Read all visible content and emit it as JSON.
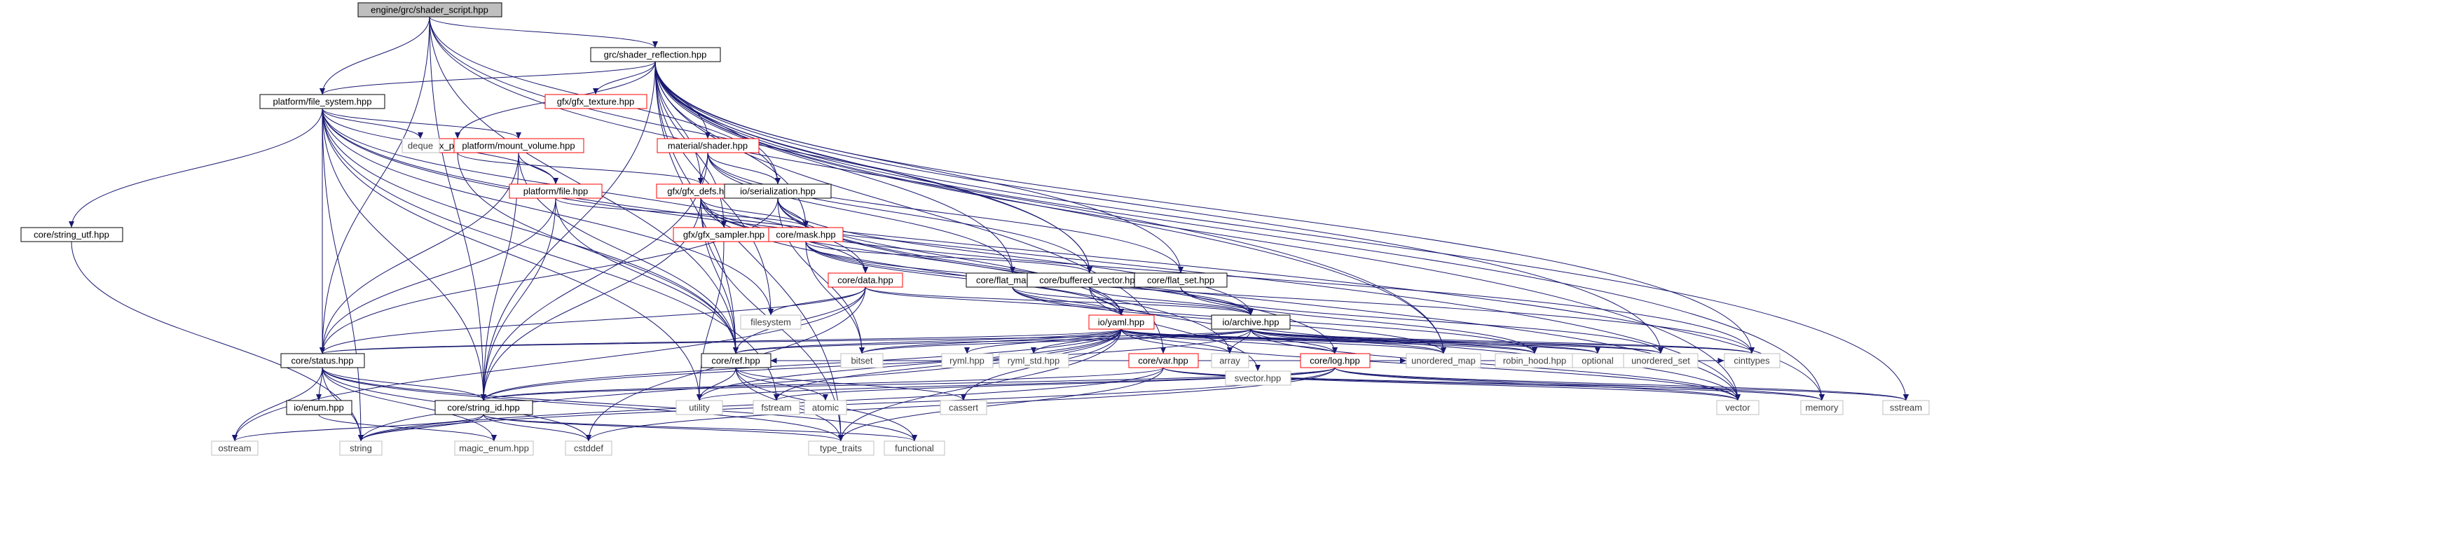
{
  "diagram": {
    "colors": {
      "edge": "#191970",
      "root_fill": "#bfbfbf",
      "linked_border": "#000000",
      "incomplete_border": "#ff0000",
      "external_border": "#bfbfbf",
      "external_text": "#404040"
    },
    "nodes": [
      {
        "id": "root",
        "label": "engine/grc/shader_script.hpp",
        "kind": "root"
      },
      {
        "id": "shader_reflection",
        "label": "grc/shader_reflection.hpp",
        "kind": "linked"
      },
      {
        "id": "file_system",
        "label": "platform/file_system.hpp",
        "kind": "linked"
      },
      {
        "id": "gfx_texture",
        "label": "gfx/gfx_texture.hpp",
        "kind": "incomplete"
      },
      {
        "id": "gfx_pipeline",
        "label": "gfx/gfx_pipeline.hpp",
        "kind": "incomplete"
      },
      {
        "id": "material_shader",
        "label": "material/shader.hpp",
        "kind": "incomplete"
      },
      {
        "id": "deque",
        "label": "deque",
        "kind": "external"
      },
      {
        "id": "mount_volume",
        "label": "platform/mount_volume.hpp",
        "kind": "incomplete"
      },
      {
        "id": "platform_file",
        "label": "platform/file.hpp",
        "kind": "incomplete"
      },
      {
        "id": "gfx_defs",
        "label": "gfx/gfx_defs.hpp",
        "kind": "incomplete"
      },
      {
        "id": "io_serialization",
        "label": "io/serialization.hpp",
        "kind": "linked"
      },
      {
        "id": "string_utf",
        "label": "core/string_utf.hpp",
        "kind": "linked"
      },
      {
        "id": "gfx_sampler",
        "label": "gfx/gfx_sampler.hpp",
        "kind": "incomplete"
      },
      {
        "id": "core_mask",
        "label": "core/mask.hpp",
        "kind": "incomplete"
      },
      {
        "id": "core_data",
        "label": "core/data.hpp",
        "kind": "incomplete"
      },
      {
        "id": "flat_map",
        "label": "core/flat_map.hpp",
        "kind": "linked"
      },
      {
        "id": "buffered_vector",
        "label": "core/buffered_vector.hpp",
        "kind": "linked"
      },
      {
        "id": "flat_set",
        "label": "core/flat_set.hpp",
        "kind": "linked"
      },
      {
        "id": "core_var",
        "label": "core/var.hpp",
        "kind": "incomplete"
      },
      {
        "id": "filesystem",
        "label": "filesystem",
        "kind": "external"
      },
      {
        "id": "io_yaml",
        "label": "io/yaml.hpp",
        "kind": "incomplete"
      },
      {
        "id": "io_archive",
        "label": "io/archive.hpp",
        "kind": "linked"
      },
      {
        "id": "svector",
        "label": "svector.hpp",
        "kind": "external"
      },
      {
        "id": "core_status",
        "label": "core/status.hpp",
        "kind": "linked"
      },
      {
        "id": "core_ref",
        "label": "core/ref.hpp",
        "kind": "linked"
      },
      {
        "id": "bitset",
        "label": "bitset",
        "kind": "external"
      },
      {
        "id": "ryml",
        "label": "ryml.hpp",
        "kind": "external"
      },
      {
        "id": "ryml_std",
        "label": "ryml_std.hpp",
        "kind": "external"
      },
      {
        "id": "array",
        "label": "array",
        "kind": "external"
      },
      {
        "id": "core_log",
        "label": "core/log.hpp",
        "kind": "incomplete"
      },
      {
        "id": "unordered_map",
        "label": "unordered_map",
        "kind": "external"
      },
      {
        "id": "robin_hood",
        "label": "robin_hood.hpp",
        "kind": "external"
      },
      {
        "id": "optional",
        "label": "optional",
        "kind": "external"
      },
      {
        "id": "unordered_set",
        "label": "unordered_set",
        "kind": "external"
      },
      {
        "id": "cinttypes",
        "label": "cinttypes",
        "kind": "external"
      },
      {
        "id": "io_enum",
        "label": "io/enum.hpp",
        "kind": "linked"
      },
      {
        "id": "string_id",
        "label": "core/string_id.hpp",
        "kind": "linked"
      },
      {
        "id": "utility",
        "label": "utility",
        "kind": "external"
      },
      {
        "id": "fstream",
        "label": "fstream",
        "kind": "external"
      },
      {
        "id": "atomic",
        "label": "atomic",
        "kind": "external"
      },
      {
        "id": "cassert",
        "label": "cassert",
        "kind": "external"
      },
      {
        "id": "vector",
        "label": "vector",
        "kind": "external"
      },
      {
        "id": "memory",
        "label": "memory",
        "kind": "external"
      },
      {
        "id": "sstream",
        "label": "sstream",
        "kind": "external"
      },
      {
        "id": "ostream",
        "label": "ostream",
        "kind": "external"
      },
      {
        "id": "string",
        "label": "string",
        "kind": "external"
      },
      {
        "id": "magic_enum",
        "label": "magic_enum.hpp",
        "kind": "external"
      },
      {
        "id": "cstddef",
        "label": "cstddef",
        "kind": "external"
      },
      {
        "id": "type_traits",
        "label": "type_traits",
        "kind": "external"
      },
      {
        "id": "functional",
        "label": "functional",
        "kind": "external"
      }
    ],
    "edges": [
      [
        "root",
        "shader_reflection"
      ],
      [
        "root",
        "file_system"
      ],
      [
        "root",
        "io_serialization"
      ],
      [
        "root",
        "buffered_vector"
      ],
      [
        "root",
        "core_ref"
      ],
      [
        "root",
        "core_status"
      ],
      [
        "root",
        "string_id"
      ],
      [
        "root",
        "unordered_map"
      ],
      [
        "shader_reflection",
        "file_system"
      ],
      [
        "shader_reflection",
        "gfx_texture"
      ],
      [
        "shader_reflection",
        "gfx_pipeline"
      ],
      [
        "shader_reflection",
        "material_shader"
      ],
      [
        "shader_reflection",
        "gfx_defs"
      ],
      [
        "shader_reflection",
        "gfx_sampler"
      ],
      [
        "shader_reflection",
        "io_serialization"
      ],
      [
        "shader_reflection",
        "core_mask"
      ],
      [
        "shader_reflection",
        "flat_map"
      ],
      [
        "shader_reflection",
        "buffered_vector"
      ],
      [
        "shader_reflection",
        "flat_set"
      ],
      [
        "shader_reflection",
        "core_var"
      ],
      [
        "shader_reflection",
        "filesystem"
      ],
      [
        "shader_reflection",
        "core_ref"
      ],
      [
        "shader_reflection",
        "string_id"
      ],
      [
        "shader_reflection",
        "cinttypes"
      ],
      [
        "shader_reflection",
        "unordered_map"
      ],
      [
        "shader_reflection",
        "unordered_set"
      ],
      [
        "shader_reflection",
        "vector"
      ],
      [
        "shader_reflection",
        "memory"
      ],
      [
        "shader_reflection",
        "sstream"
      ],
      [
        "shader_reflection",
        "type_traits"
      ],
      [
        "file_system",
        "deque"
      ],
      [
        "file_system",
        "mount_volume"
      ],
      [
        "file_system",
        "platform_file"
      ],
      [
        "file_system",
        "string_utf"
      ],
      [
        "file_system",
        "core_data"
      ],
      [
        "file_system",
        "filesystem"
      ],
      [
        "file_system",
        "core_status"
      ],
      [
        "file_system",
        "core_ref"
      ],
      [
        "file_system",
        "string_id"
      ],
      [
        "file_system",
        "string"
      ],
      [
        "file_system",
        "utility"
      ],
      [
        "file_system",
        "fstream"
      ],
      [
        "file_system",
        "vector"
      ],
      [
        "file_system",
        "memory"
      ],
      [
        "mount_volume",
        "platform_file"
      ],
      [
        "mount_volume",
        "core_status"
      ],
      [
        "mount_volume",
        "core_ref"
      ],
      [
        "mount_volume",
        "string_id"
      ],
      [
        "platform_file",
        "core_mask"
      ],
      [
        "platform_file",
        "core_status"
      ],
      [
        "platform_file",
        "core_ref"
      ],
      [
        "platform_file",
        "string_id"
      ],
      [
        "gfx_pipeline",
        "gfx_defs"
      ],
      [
        "gfx_pipeline",
        "core_ref"
      ],
      [
        "material_shader",
        "gfx_defs"
      ],
      [
        "material_shader",
        "io_serialization"
      ],
      [
        "material_shader",
        "flat_map"
      ],
      [
        "material_shader",
        "buffered_vector"
      ],
      [
        "material_shader",
        "flat_set"
      ],
      [
        "material_shader",
        "string_id"
      ],
      [
        "gfx_defs",
        "core_mask"
      ],
      [
        "gfx_defs",
        "core_data"
      ],
      [
        "gfx_defs",
        "io_yaml"
      ],
      [
        "gfx_defs",
        "core_ref"
      ],
      [
        "gfx_defs",
        "string_id"
      ],
      [
        "gfx_defs",
        "array"
      ],
      [
        "gfx_defs",
        "cinttypes"
      ],
      [
        "gfx_defs",
        "type_traits"
      ],
      [
        "io_serialization",
        "core_mask"
      ],
      [
        "io_serialization",
        "io_yaml"
      ],
      [
        "io_serialization",
        "io_archive"
      ],
      [
        "io_serialization",
        "core_status"
      ],
      [
        "io_serialization",
        "core_log"
      ],
      [
        "io_serialization",
        "bitset"
      ],
      [
        "io_serialization",
        "vector"
      ],
      [
        "gfx_sampler",
        "utility"
      ],
      [
        "string_utf",
        "string"
      ],
      [
        "core_mask",
        "buffered_vector"
      ],
      [
        "core_mask",
        "io_yaml"
      ],
      [
        "core_mask",
        "io_archive"
      ],
      [
        "core_mask",
        "bitset"
      ],
      [
        "core_mask",
        "cinttypes"
      ],
      [
        "core_data",
        "io_yaml"
      ],
      [
        "core_data",
        "io_archive"
      ],
      [
        "core_data",
        "core_status"
      ],
      [
        "core_data",
        "core_ref"
      ],
      [
        "core_data",
        "filesystem"
      ],
      [
        "core_data",
        "ostream"
      ],
      [
        "core_data",
        "cstddef"
      ],
      [
        "flat_map",
        "io_yaml"
      ],
      [
        "flat_map",
        "io_archive"
      ],
      [
        "flat_map",
        "robin_hood"
      ],
      [
        "flat_map",
        "unordered_map"
      ],
      [
        "buffered_vector",
        "io_archive"
      ],
      [
        "buffered_vector",
        "svector"
      ],
      [
        "buffered_vector",
        "vector"
      ],
      [
        "flat_set",
        "io_archive"
      ],
      [
        "flat_set",
        "robin_hood"
      ],
      [
        "flat_set",
        "unordered_set"
      ],
      [
        "core_var",
        "core_ref"
      ],
      [
        "core_var",
        "string_id"
      ],
      [
        "core_var",
        "cinttypes"
      ],
      [
        "core_var",
        "optional"
      ],
      [
        "core_var",
        "unordered_map"
      ],
      [
        "core_var",
        "vector"
      ],
      [
        "core_var",
        "memory"
      ],
      [
        "core_var",
        "sstream"
      ],
      [
        "core_var",
        "string"
      ],
      [
        "core_var",
        "type_traits"
      ],
      [
        "io_yaml",
        "core_status"
      ],
      [
        "io_yaml",
        "core_ref"
      ],
      [
        "io_yaml",
        "string_id"
      ],
      [
        "io_yaml",
        "bitset"
      ],
      [
        "io_yaml",
        "ryml"
      ],
      [
        "io_yaml",
        "ryml_std"
      ],
      [
        "io_yaml",
        "array"
      ],
      [
        "io_yaml",
        "core_log"
      ],
      [
        "io_yaml",
        "unordered_map"
      ],
      [
        "io_yaml",
        "robin_hood"
      ],
      [
        "io_yaml",
        "optional"
      ],
      [
        "io_yaml",
        "unordered_set"
      ],
      [
        "io_yaml",
        "cinttypes"
      ],
      [
        "io_yaml",
        "utility"
      ],
      [
        "io_yaml",
        "cassert"
      ],
      [
        "io_yaml",
        "vector"
      ],
      [
        "io_yaml",
        "string"
      ],
      [
        "io_yaml",
        "type_traits"
      ],
      [
        "io_yaml",
        "fstream"
      ],
      [
        "io_archive",
        "core_status"
      ],
      [
        "io_archive",
        "core_ref"
      ],
      [
        "io_archive",
        "bitset"
      ],
      [
        "io_archive",
        "array"
      ],
      [
        "io_archive",
        "core_log"
      ],
      [
        "io_archive",
        "unordered_map"
      ],
      [
        "io_archive",
        "robin_hood"
      ],
      [
        "io_archive",
        "optional"
      ],
      [
        "io_archive",
        "unordered_set"
      ],
      [
        "io_archive",
        "cinttypes"
      ],
      [
        "io_archive",
        "string_id"
      ],
      [
        "io_archive",
        "vector"
      ],
      [
        "core_status",
        "io_enum"
      ],
      [
        "core_status",
        "string_id"
      ],
      [
        "core_status",
        "ostream"
      ],
      [
        "core_status",
        "string"
      ],
      [
        "core_status",
        "magic_enum"
      ],
      [
        "core_status",
        "cstddef"
      ],
      [
        "core_status",
        "type_traits"
      ],
      [
        "core_status",
        "functional"
      ],
      [
        "core_ref",
        "utility"
      ],
      [
        "core_ref",
        "atomic"
      ],
      [
        "core_ref",
        "cassert"
      ],
      [
        "core_ref",
        "functional"
      ],
      [
        "core_ref",
        "type_traits"
      ],
      [
        "core_log",
        "string_id"
      ],
      [
        "core_log",
        "fstream"
      ],
      [
        "core_log",
        "vector"
      ],
      [
        "core_log",
        "memory"
      ],
      [
        "core_log",
        "sstream"
      ],
      [
        "core_log",
        "string"
      ],
      [
        "core_log",
        "cstddef"
      ],
      [
        "core_log",
        "utility"
      ],
      [
        "io_enum",
        "magic_enum"
      ],
      [
        "string_id",
        "ostream"
      ],
      [
        "string_id",
        "string"
      ],
      [
        "string_id",
        "cstddef"
      ],
      [
        "string_id",
        "functional"
      ],
      [
        "string_id",
        "type_traits"
      ]
    ]
  }
}
